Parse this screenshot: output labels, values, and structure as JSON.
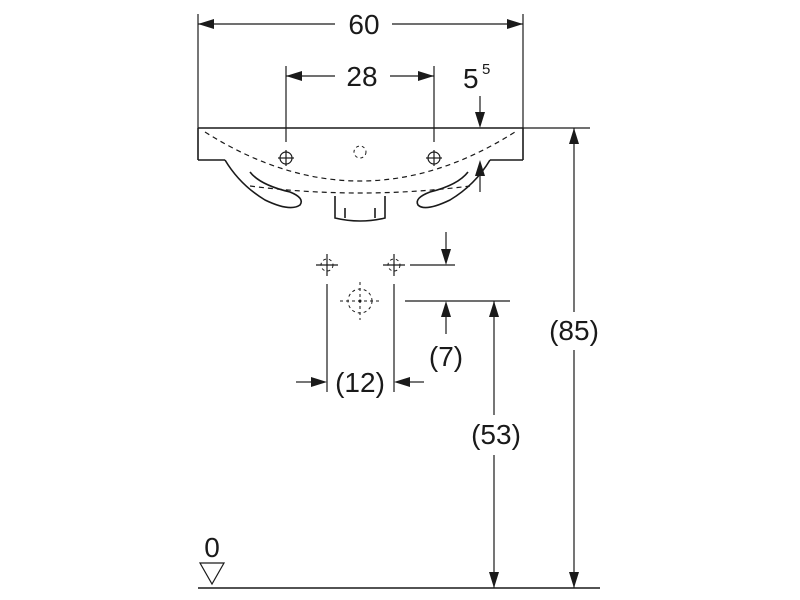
{
  "dimensions": {
    "total_width": "60",
    "tap_hole_spacing": "28",
    "rim_offset_base": "5",
    "rim_offset_sup": "5",
    "total_height": "(85)",
    "drain_height": "(53)",
    "drain_offset": "(7)",
    "drain_spacing": "(12)",
    "floor_level": "0"
  },
  "colors": {
    "line": "#1a1a1a",
    "background": "#ffffff"
  }
}
